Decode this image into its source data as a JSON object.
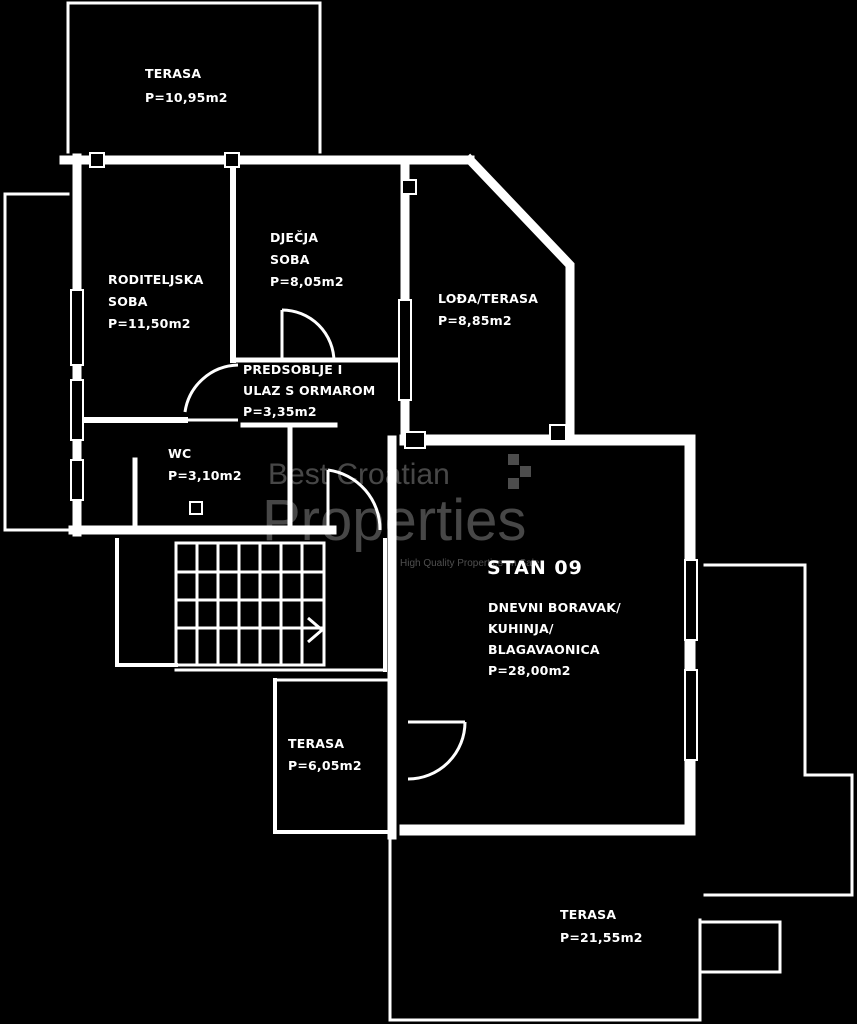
{
  "plan": {
    "unit_name": "STAN 09",
    "colors": {
      "background": "#000000",
      "lines": "#ffffff"
    },
    "rooms": [
      {
        "id": "terasa-top",
        "lines": [
          "TERASA",
          "P=10,95m2"
        ]
      },
      {
        "id": "roditeljska-soba",
        "lines": [
          "RODITELJSKA",
          "SOBA",
          "P=11,50m2"
        ]
      },
      {
        "id": "djecja-soba",
        "lines": [
          "DJEČJA",
          "SOBA",
          "P=8,05m2"
        ]
      },
      {
        "id": "lodja-terasa",
        "lines": [
          "LOĐA/TERASA",
          "P=8,85m2"
        ]
      },
      {
        "id": "predsoblje",
        "lines": [
          "PREDSOBLJE I",
          "ULAZ S ORMAROM",
          "P=3,35m2"
        ]
      },
      {
        "id": "wc",
        "lines": [
          "WC",
          "P=3,10m2"
        ]
      },
      {
        "id": "dnevni-boravak",
        "lines": [
          "DNEVNI BORAVAK/",
          "KUHINJA/",
          "BLAGAVAONICA",
          "P=28,00m2"
        ]
      },
      {
        "id": "terasa-small",
        "lines": [
          "TERASA",
          "P=6,05m2"
        ]
      },
      {
        "id": "terasa-bottom",
        "lines": [
          "TERASA",
          "P=21,55m2"
        ]
      }
    ]
  },
  "watermark": {
    "line1": "Best Croatian",
    "line2": "Properties",
    "tagline": "High Quality Properties on Sale"
  }
}
